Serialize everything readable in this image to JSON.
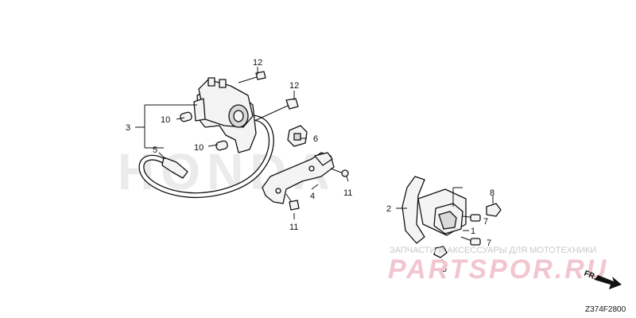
{
  "watermark": "HONDA",
  "brand": {
    "tagline": "ЗАПЧАСТИ И АКСЕССУАРЫ ДЛЯ МОТОТЕХНИКИ",
    "name": "PARTSPOR.RU"
  },
  "diagram_code": "Z374F2800",
  "direction_label": "FR.",
  "callouts": {
    "c1": "1",
    "c2": "2",
    "c3": "3",
    "c4": "4",
    "c5": "5",
    "c6": "6",
    "c7a": "7",
    "c7b": "7",
    "c8": "8",
    "c9": "9",
    "c10a": "10",
    "c10b": "10",
    "c11a": "11",
    "c11b": "11",
    "c12a": "12",
    "c12b": "12"
  }
}
